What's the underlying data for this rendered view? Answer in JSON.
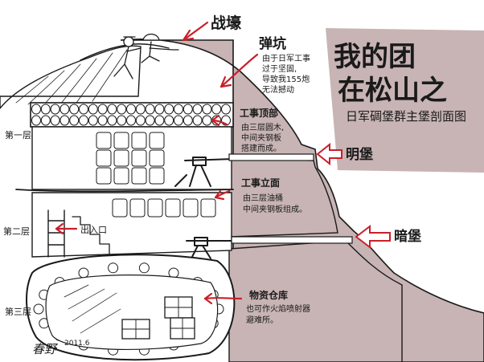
{
  "title": {
    "line1": "我的团",
    "line2": "在松山之",
    "subtitle": "日军碉堡群主堡剖面图"
  },
  "labels": {
    "trench": "战壕",
    "crater_title": "弹坑",
    "crater_desc": [
      "由于日军工事",
      "过于坚固,",
      "导致我155炮",
      "无法撼动"
    ],
    "top_title": "工事顶部",
    "top_desc": [
      "由三层圆木,",
      "中间夹钢板",
      "搭建而成。"
    ],
    "wall_title": "工事立面",
    "wall_desc": [
      "由三层油桶",
      "中间夹钢板组成。"
    ],
    "storage_title": "物资仓库",
    "storage_desc": [
      "也可作火焰喷射器",
      "避难所。"
    ],
    "open_bunker": "明堡",
    "hidden_bunker": "暗堡",
    "floor1": "第一层",
    "floor2": "第二层",
    "floor3": "第三层",
    "exit": "出入口"
  },
  "signature": {
    "name": "春野",
    "date": "2011.6"
  },
  "colors": {
    "earth": "#c8b4b4",
    "earth_dark": "#b8a0a0",
    "ink": "#1a1a1a",
    "accent": "#c8202a",
    "paper": "#ffffff"
  }
}
